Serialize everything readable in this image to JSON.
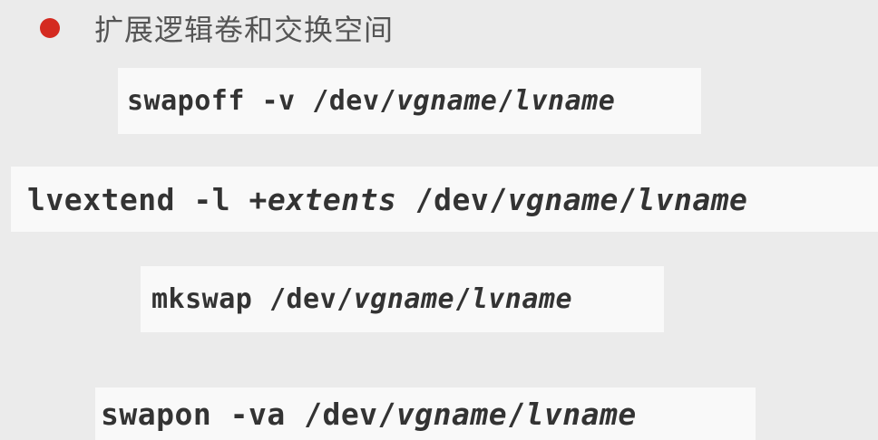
{
  "heading": {
    "text": "扩展逻辑卷和交换空间"
  },
  "commands": [
    {
      "cmd": "swapoff",
      "opt": "-v",
      "arg1": "",
      "path_prefix": "/dev/",
      "vg": "vgname",
      "sep": "/",
      "lv": "lvname"
    },
    {
      "cmd": "lvextend",
      "opt": "-l",
      "arg1": "+extents",
      "path_prefix": "/dev/",
      "vg": "vgname",
      "sep": "/",
      "lv": "lvname"
    },
    {
      "cmd": "mkswap",
      "opt": "",
      "arg1": "",
      "path_prefix": "/dev/",
      "vg": "vgname",
      "sep": "/",
      "lv": "lvname"
    },
    {
      "cmd": "swapon",
      "opt": "-va",
      "arg1": "",
      "path_prefix": "/dev/",
      "vg": "vgname",
      "sep": "/",
      "lv": "lvname"
    }
  ]
}
